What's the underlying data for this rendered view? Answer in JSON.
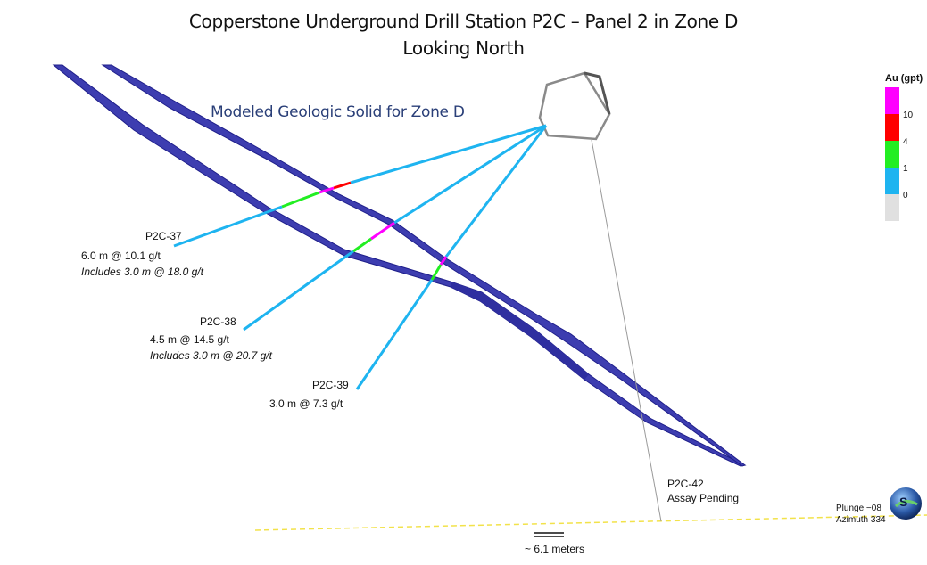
{
  "title": {
    "line1": "Copperstone Underground Drill Station P2C – Panel 2 in Zone D",
    "line2": "Looking North"
  },
  "solid_label": "Modeled Geologic Solid for Zone D",
  "legend": {
    "title": "Au (gpt)",
    "bins": [
      {
        "label": "10",
        "color": "#ff00ff"
      },
      {
        "label": "4",
        "color": "#ff0000"
      },
      {
        "label": "1",
        "color": "#22ee22"
      },
      {
        "label": "0",
        "color": "#1eb4f0"
      },
      {
        "label": "",
        "color": "#e0e0e0"
      }
    ]
  },
  "drillholes": [
    {
      "name": "P2C-37",
      "line1": "6.0 m @ 10.1 g/t",
      "line2": "Includes 3.0 m @ 18.0 g/t"
    },
    {
      "name": "P2C-38",
      "line1": "4.5 m @ 14.5 g/t",
      "line2": "Includes 3.0 m @ 20.7 g/t"
    },
    {
      "name": "P2C-39",
      "line1": "3.0 m @ 7.3 g/t"
    },
    {
      "name": "P2C-42",
      "line1": "Assay Pending"
    }
  ],
  "view": {
    "plunge": "Plunge  −08",
    "azimuth": "Azimuth 334",
    "logo_text": "S"
  },
  "scale": "~ 6.1 meters",
  "colors": {
    "solid": "#3a3aa8",
    "solid_edge": "#1e1e8a",
    "hole_low": "#1eb4f0",
    "hole_1_4": "#22ee22",
    "hole_4_10": "#ff0000",
    "hole_10plus": "#ff00ff",
    "ground_line": "#f2e24a"
  }
}
